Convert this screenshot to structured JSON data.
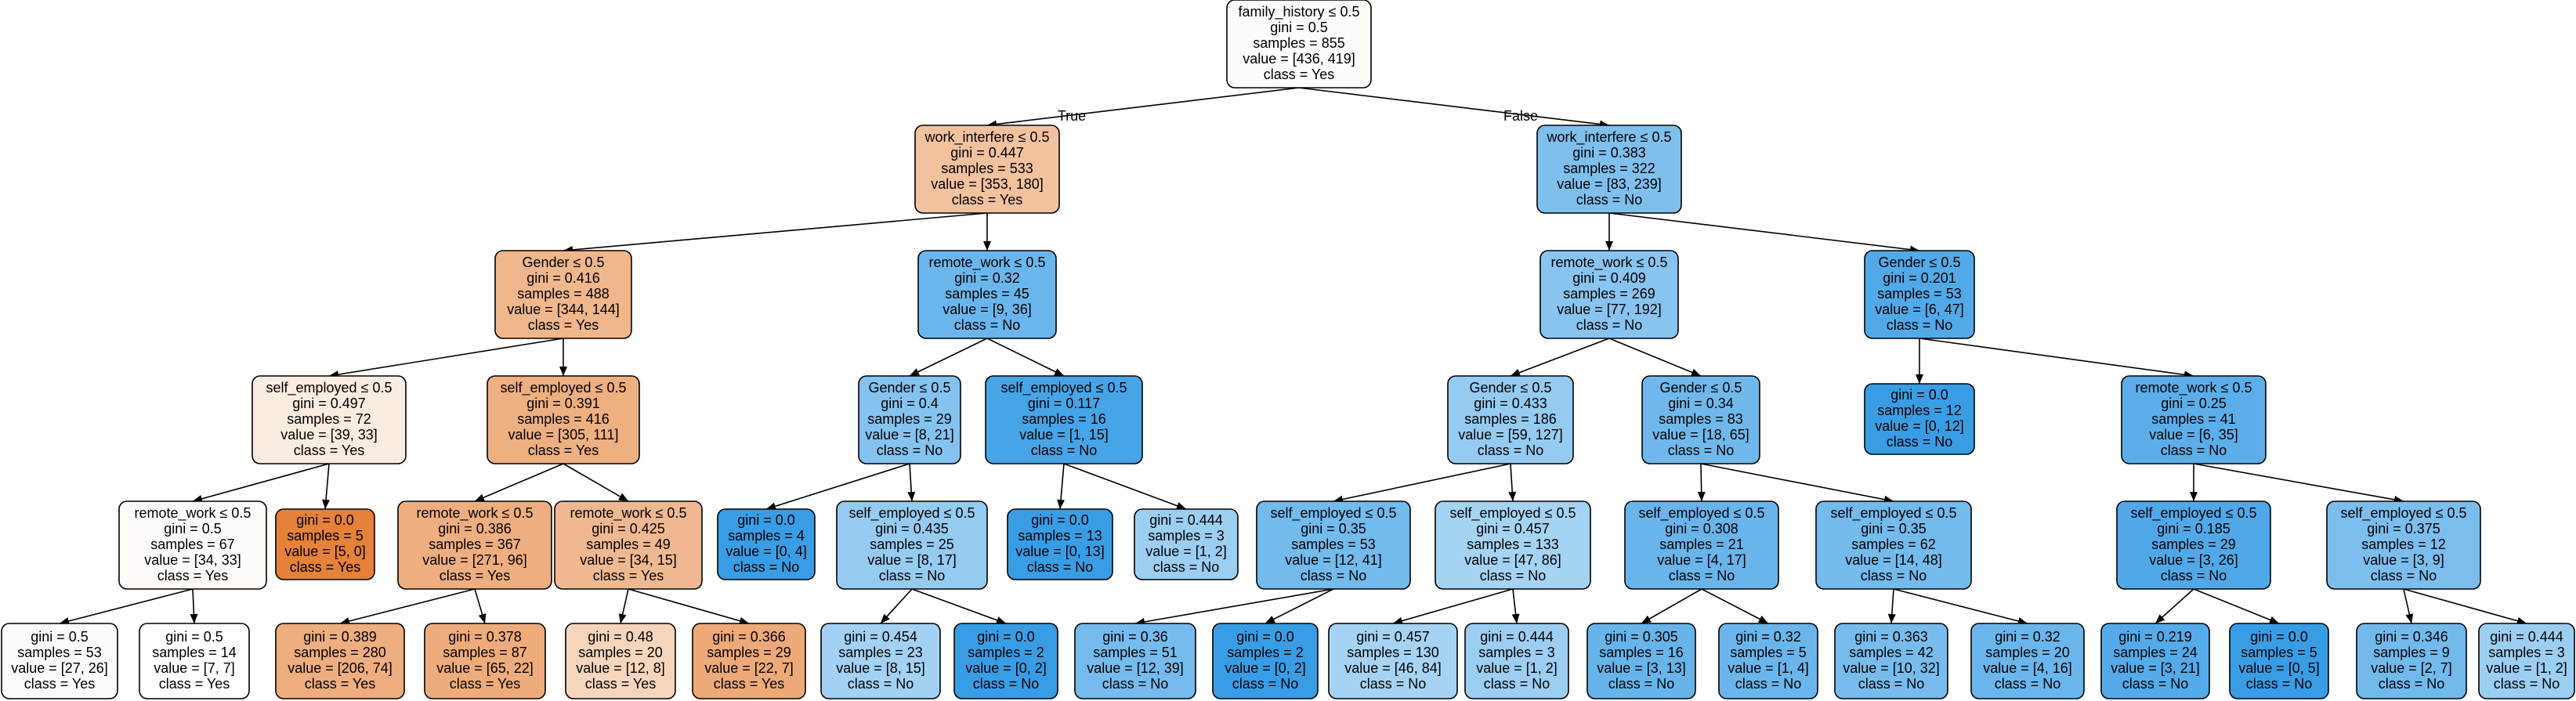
{
  "edge_labels": {
    "true_label": "True",
    "false_label": "False"
  },
  "colors": {
    "class_yes": "#e58139",
    "class_no": "#399de5",
    "border": "#000000"
  },
  "nodes": [
    {
      "id": "n0",
      "lines": [
        "family_history ≤ 0.5",
        "gini = 0.5",
        "samples = 855",
        "value = [436, 419]",
        "class = Yes"
      ],
      "fill": "#fefbf9"
    },
    {
      "id": "n1",
      "parent": "n0",
      "lines": [
        "work_interfere ≤ 0.5",
        "gini = 0.447",
        "samples = 533",
        "value = [353, 180]",
        "class = Yes"
      ],
      "fill": "#f2c19e"
    },
    {
      "id": "n2",
      "parent": "n0",
      "lines": [
        "work_interfere ≤ 0.5",
        "gini = 0.383",
        "samples = 322",
        "value = [83, 239]",
        "class = No"
      ],
      "fill": "#7ebfee"
    },
    {
      "id": "n3",
      "parent": "n1",
      "lines": [
        "Gender ≤ 0.5",
        "gini = 0.416",
        "samples = 488",
        "value = [344, 144]",
        "class = Yes"
      ],
      "fill": "#f0b68c"
    },
    {
      "id": "n4",
      "parent": "n1",
      "lines": [
        "remote_work ≤ 0.5",
        "gini = 0.32",
        "samples = 45",
        "value = [9, 36]",
        "class = No"
      ],
      "fill": "#6ab6ec"
    },
    {
      "id": "n5",
      "parent": "n2",
      "lines": [
        "remote_work ≤ 0.5",
        "gini = 0.409",
        "samples = 269",
        "value = [77, 192]",
        "class = No"
      ],
      "fill": "#88c4ef"
    },
    {
      "id": "n6",
      "parent": "n2",
      "lines": [
        "Gender ≤ 0.5",
        "gini = 0.201",
        "samples = 53",
        "value = [6, 47]",
        "class = No"
      ],
      "fill": "#52a9e8"
    },
    {
      "id": "n7",
      "parent": "n3",
      "lines": [
        "self_employed ≤ 0.5",
        "gini = 0.497",
        "samples = 72",
        "value = [39, 33]",
        "class = Yes"
      ],
      "fill": "#fbece1"
    },
    {
      "id": "n8",
      "parent": "n3",
      "lines": [
        "self_employed ≤ 0.5",
        "gini = 0.391",
        "samples = 416",
        "value = [305, 111]",
        "class = Yes"
      ],
      "fill": "#eeaf81"
    },
    {
      "id": "n9",
      "parent": "n4",
      "lines": [
        "Gender ≤ 0.5",
        "gini = 0.4",
        "samples = 29",
        "value = [8, 21]",
        "class = No"
      ],
      "fill": "#84c2ef"
    },
    {
      "id": "n10",
      "parent": "n4",
      "lines": [
        "self_employed ≤ 0.5",
        "gini = 0.117",
        "samples = 16",
        "value = [1, 15]",
        "class = No"
      ],
      "fill": "#46a4e7"
    },
    {
      "id": "n11",
      "parent": "n5",
      "lines": [
        "Gender ≤ 0.5",
        "gini = 0.433",
        "samples = 186",
        "value = [59, 127]",
        "class = No"
      ],
      "fill": "#95cbf1"
    },
    {
      "id": "n12",
      "parent": "n5",
      "lines": [
        "Gender ≤ 0.5",
        "gini = 0.34",
        "samples = 83",
        "value = [18, 65]",
        "class = No"
      ],
      "fill": "#70b8ec"
    },
    {
      "id": "n13",
      "parent": "n6",
      "lines": [
        "gini = 0.0",
        "samples = 12",
        "value = [0, 12]",
        "class = No"
      ],
      "fill": "#399de5"
    },
    {
      "id": "n14",
      "parent": "n6",
      "lines": [
        "remote_work ≤ 0.5",
        "gini = 0.25",
        "samples = 41",
        "value = [6, 35]",
        "class = No"
      ],
      "fill": "#5baee9"
    },
    {
      "id": "n15",
      "parent": "n7",
      "lines": [
        "remote_work ≤ 0.5",
        "gini = 0.5",
        "samples = 67",
        "value = [34, 33]",
        "class = Yes"
      ],
      "fill": "#fefbf9"
    },
    {
      "id": "n16",
      "parent": "n7",
      "lines": [
        "gini = 0.0",
        "samples = 5",
        "value = [5, 0]",
        "class = Yes"
      ],
      "fill": "#e58139"
    },
    {
      "id": "n17",
      "parent": "n8",
      "lines": [
        "remote_work ≤ 0.5",
        "gini = 0.386",
        "samples = 367",
        "value = [271, 96]",
        "class = Yes"
      ],
      "fill": "#eeae7f"
    },
    {
      "id": "n18",
      "parent": "n8",
      "lines": [
        "remote_work ≤ 0.5",
        "gini = 0.425",
        "samples = 49",
        "value = [34, 15]",
        "class = Yes"
      ],
      "fill": "#f0b890"
    },
    {
      "id": "n19",
      "parent": "n9",
      "lines": [
        "gini = 0.0",
        "samples = 4",
        "value = [0, 4]",
        "class = No"
      ],
      "fill": "#399de5"
    },
    {
      "id": "n20",
      "parent": "n9",
      "lines": [
        "self_employed ≤ 0.5",
        "gini = 0.435",
        "samples = 25",
        "value = [8, 17]",
        "class = No"
      ],
      "fill": "#96cbf1"
    },
    {
      "id": "n21",
      "parent": "n10",
      "lines": [
        "gini = 0.0",
        "samples = 13",
        "value = [0, 13]",
        "class = No"
      ],
      "fill": "#399de5"
    },
    {
      "id": "n22",
      "parent": "n10",
      "lines": [
        "gini = 0.444",
        "samples = 3",
        "value = [1, 2]",
        "class = No"
      ],
      "fill": "#9ccef2"
    },
    {
      "id": "n23",
      "parent": "n11",
      "lines": [
        "self_employed ≤ 0.5",
        "gini = 0.35",
        "samples = 53",
        "value = [12, 41]",
        "class = No"
      ],
      "fill": "#73baed"
    },
    {
      "id": "n24",
      "parent": "n11",
      "lines": [
        "self_employed ≤ 0.5",
        "gini = 0.457",
        "samples = 133",
        "value = [47, 86]",
        "class = No"
      ],
      "fill": "#a5d3f3"
    },
    {
      "id": "n25",
      "parent": "n12",
      "lines": [
        "self_employed ≤ 0.5",
        "gini = 0.308",
        "samples = 21",
        "value = [4, 17]",
        "class = No"
      ],
      "fill": "#68b4eb"
    },
    {
      "id": "n26",
      "parent": "n12",
      "lines": [
        "self_employed ≤ 0.5",
        "gini = 0.35",
        "samples = 62",
        "value = [14, 48]",
        "class = No"
      ],
      "fill": "#73baed"
    },
    {
      "id": "n27",
      "parent": "n14",
      "lines": [
        "self_employed ≤ 0.5",
        "gini = 0.185",
        "samples = 29",
        "value = [3, 26]",
        "class = No"
      ],
      "fill": "#50a8e8"
    },
    {
      "id": "n28",
      "parent": "n14",
      "lines": [
        "self_employed ≤ 0.5",
        "gini = 0.375",
        "samples = 12",
        "value = [3, 9]",
        "class = No"
      ],
      "fill": "#7bbeee"
    },
    {
      "id": "n29",
      "parent": "n15",
      "lines": [
        "gini = 0.5",
        "samples = 53",
        "value = [27, 26]",
        "class = Yes"
      ],
      "fill": "#fefaf8"
    },
    {
      "id": "n30",
      "parent": "n15",
      "lines": [
        "gini = 0.5",
        "samples = 14",
        "value = [7, 7]",
        "class = Yes"
      ],
      "fill": "#ffffff"
    },
    {
      "id": "n31",
      "parent": "n17",
      "lines": [
        "gini = 0.389",
        "samples = 280",
        "value = [206, 74]",
        "class = Yes"
      ],
      "fill": "#eeae80"
    },
    {
      "id": "n32",
      "parent": "n17",
      "lines": [
        "gini = 0.378",
        "samples = 87",
        "value = [65, 22]",
        "class = Yes"
      ],
      "fill": "#eeac7c"
    },
    {
      "id": "n33",
      "parent": "n18",
      "lines": [
        "gini = 0.48",
        "samples = 20",
        "value = [12, 8]",
        "class = Yes"
      ],
      "fill": "#f6d5bd"
    },
    {
      "id": "n34",
      "parent": "n18",
      "lines": [
        "gini = 0.366",
        "samples = 29",
        "value = [22, 7]",
        "class = Yes"
      ],
      "fill": "#eda978"
    },
    {
      "id": "n35",
      "parent": "n20",
      "lines": [
        "gini = 0.454",
        "samples = 23",
        "value = [8, 15]",
        "class = No"
      ],
      "fill": "#a3d1f3"
    },
    {
      "id": "n36",
      "parent": "n20",
      "lines": [
        "gini = 0.0",
        "samples = 2",
        "value = [0, 2]",
        "class = No"
      ],
      "fill": "#399de5"
    },
    {
      "id": "n37",
      "parent": "n23",
      "lines": [
        "gini = 0.36",
        "samples = 51",
        "value = [12, 39]",
        "class = No"
      ],
      "fill": "#76bbed"
    },
    {
      "id": "n38",
      "parent": "n23",
      "lines": [
        "gini = 0.0",
        "samples = 2",
        "value = [0, 2]",
        "class = No"
      ],
      "fill": "#399de5"
    },
    {
      "id": "n39",
      "parent": "n24",
      "lines": [
        "gini = 0.457",
        "samples = 130",
        "value = [46, 84]",
        "class = No"
      ],
      "fill": "#a6d3f3"
    },
    {
      "id": "n40",
      "parent": "n24",
      "lines": [
        "gini = 0.444",
        "samples = 3",
        "value = [1, 2]",
        "class = No"
      ],
      "fill": "#9ccef2"
    },
    {
      "id": "n41",
      "parent": "n25",
      "lines": [
        "gini = 0.305",
        "samples = 16",
        "value = [3, 13]",
        "class = No"
      ],
      "fill": "#67b4eb"
    },
    {
      "id": "n42",
      "parent": "n25",
      "lines": [
        "gini = 0.32",
        "samples = 5",
        "value = [1, 4]",
        "class = No"
      ],
      "fill": "#6ab6ec"
    },
    {
      "id": "n43",
      "parent": "n26",
      "lines": [
        "gini = 0.363",
        "samples = 42",
        "value = [10, 32]",
        "class = No"
      ],
      "fill": "#77bced"
    },
    {
      "id": "n44",
      "parent": "n26",
      "lines": [
        "gini = 0.32",
        "samples = 20",
        "value = [4, 16]",
        "class = No"
      ],
      "fill": "#6ab6ec"
    },
    {
      "id": "n45",
      "parent": "n27",
      "lines": [
        "gini = 0.219",
        "samples = 24",
        "value = [3, 21]",
        "class = No"
      ],
      "fill": "#55abe9"
    },
    {
      "id": "n46",
      "parent": "n27",
      "lines": [
        "gini = 0.0",
        "samples = 5",
        "value = [0, 5]",
        "class = No"
      ],
      "fill": "#399de5"
    },
    {
      "id": "n47",
      "parent": "n28",
      "lines": [
        "gini = 0.346",
        "samples = 9",
        "value = [2, 7]",
        "class = No"
      ],
      "fill": "#72b9ec"
    },
    {
      "id": "n48",
      "parent": "n28",
      "lines": [
        "gini = 0.444",
        "samples = 3",
        "value = [1, 2]",
        "class = No"
      ],
      "fill": "#9ccef2"
    }
  ]
}
